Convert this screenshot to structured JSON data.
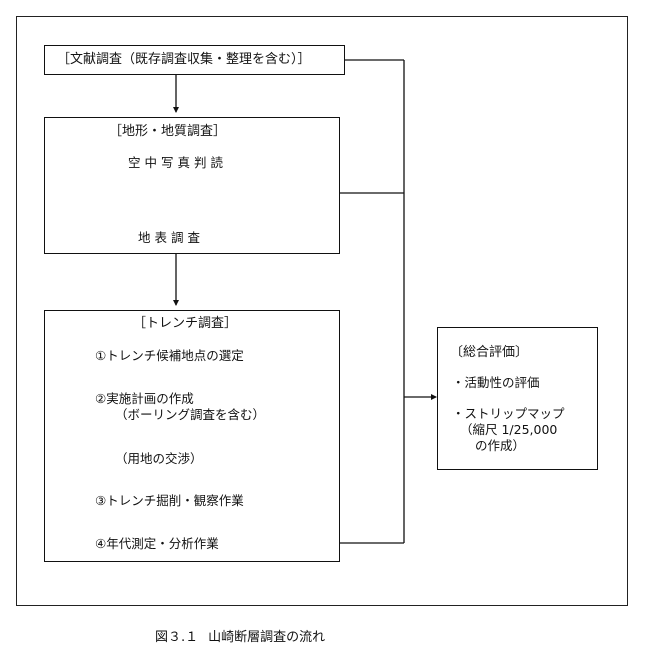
{
  "box_literature": {
    "title": "［文献調査（既存調査収集・整理を含む）］"
  },
  "box_terrain": {
    "title": "［地形・地質調査］",
    "aerial_photo": "空中写真判読",
    "surface_survey": "地表調査"
  },
  "box_trench": {
    "title": "［トレンチ調査］",
    "step1": "①トレンチ候補地点の選定",
    "step2": "②実施計画の作成",
    "step2_note": "（ボーリング調査を含む）",
    "land_negotiation": "（用地の交渉）",
    "step3": "③トレンチ掘削・観察作業",
    "step4": "④年代測定・分析作業"
  },
  "box_evaluation": {
    "title": "〔総合評価〕",
    "item1": "・活動性の評価",
    "item2": "・ストリップマップ",
    "item2_note1": "（縮尺 1/25,000",
    "item2_note2": "の作成）"
  },
  "caption": {
    "number": "図３.１",
    "text": "山崎断層調査の流れ"
  }
}
